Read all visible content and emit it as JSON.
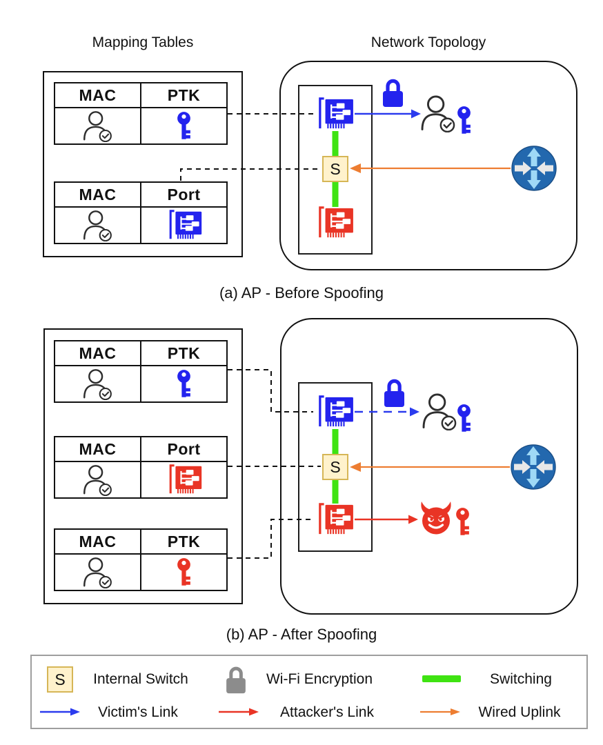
{
  "headers": {
    "left": "Mapping Tables",
    "right": "Network Topology"
  },
  "panel_a": {
    "caption": "(a) AP - Before Spoofing",
    "switch_label": "S",
    "tables": [
      {
        "headers": [
          "MAC",
          "PTK"
        ],
        "row": {
          "mac": "verified-user-icon",
          "value": "key-icon",
          "value_color": "#2323EE"
        }
      },
      {
        "headers": [
          "MAC",
          "Port"
        ],
        "row": {
          "mac": "verified-user-icon",
          "value": "nic-icon",
          "value_color": "#2323EE"
        }
      }
    ],
    "topology_nodes": [
      "victim-nic",
      "internal-switch",
      "attacker-nic",
      "wifi-encryption-lock",
      "victim-user",
      "victim-key",
      "router"
    ],
    "topology_links": [
      "victims-link-solid-blue",
      "wired-uplink-orange",
      "switching-green",
      "mapping-dashed-lines"
    ]
  },
  "panel_b": {
    "caption": "(b) AP - After Spoofing",
    "switch_label": "S",
    "tables": [
      {
        "headers": [
          "MAC",
          "PTK"
        ],
        "row": {
          "mac": "verified-user-icon",
          "value": "key-icon",
          "value_color": "#2323EE"
        }
      },
      {
        "headers": [
          "MAC",
          "Port"
        ],
        "row": {
          "mac": "verified-user-icon",
          "value": "nic-icon",
          "value_color": "#E93425"
        }
      },
      {
        "headers": [
          "MAC",
          "PTK"
        ],
        "row": {
          "mac": "verified-user-icon",
          "value": "key-icon",
          "value_color": "#E93425"
        }
      }
    ],
    "topology_nodes": [
      "victim-nic",
      "internal-switch",
      "attacker-nic",
      "wifi-encryption-lock",
      "victim-user",
      "victim-key",
      "router",
      "attacker-devil",
      "attacker-key"
    ],
    "topology_links": [
      "victims-link-dashed-blue",
      "attackers-link-solid-red",
      "wired-uplink-orange",
      "switching-green",
      "mapping-dashed-lines"
    ]
  },
  "legend": {
    "items": [
      {
        "symbol": "S",
        "label": "Internal Switch"
      },
      {
        "label": "Wi-Fi Encryption"
      },
      {
        "label": "Switching"
      },
      {
        "label": "Victim's Link"
      },
      {
        "label": "Attacker's Link"
      },
      {
        "label": "Wired Uplink"
      }
    ]
  },
  "colors": {
    "victim_blue": "#2323EE",
    "attacker_red": "#E93425",
    "switching_green": "#3FE312",
    "uplink_orange": "#ED7D31",
    "switch_fill": "#FFF2CC",
    "switch_border": "#D6B656",
    "router_body": "#2368AE",
    "router_arrows_vertical": "#9FD9F6",
    "router_arrows_horizontal": "#E8E8E8",
    "legend_lock_gray": "#8C8C8C",
    "line_black": "#111111"
  }
}
